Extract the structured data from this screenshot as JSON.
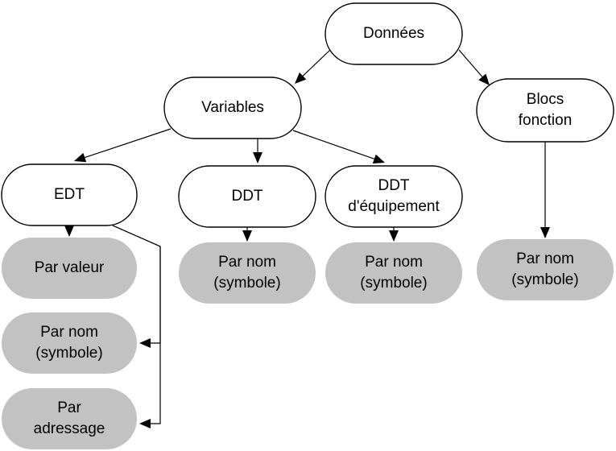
{
  "diagram": {
    "nodes": [
      {
        "id": "donnees",
        "style": "white",
        "lines": [
          "Données"
        ]
      },
      {
        "id": "variables",
        "style": "white",
        "lines": [
          "Variables"
        ]
      },
      {
        "id": "blocs",
        "style": "white",
        "lines": [
          "Blocs",
          "fonction"
        ]
      },
      {
        "id": "edt",
        "style": "white",
        "lines": [
          "EDT"
        ]
      },
      {
        "id": "ddt",
        "style": "white",
        "lines": [
          "DDT"
        ]
      },
      {
        "id": "ddt-equip",
        "style": "white",
        "lines": [
          "DDT",
          "d'équipement"
        ]
      },
      {
        "id": "edt-par-valeur",
        "style": "gray",
        "lines": [
          "Par valeur"
        ]
      },
      {
        "id": "edt-par-nom",
        "style": "gray",
        "lines": [
          "Par nom",
          "(symbole)"
        ]
      },
      {
        "id": "edt-par-adressage",
        "style": "gray",
        "lines": [
          "Par",
          "adressage"
        ]
      },
      {
        "id": "ddt-par-nom",
        "style": "gray",
        "lines": [
          "Par nom",
          "(symbole)"
        ]
      },
      {
        "id": "ddt-equip-par-nom",
        "style": "gray",
        "lines": [
          "Par nom",
          "(symbole)"
        ]
      },
      {
        "id": "blocs-par-nom",
        "style": "gray",
        "lines": [
          "Par nom",
          "(symbole)"
        ]
      }
    ],
    "edges": [
      {
        "from": "donnees",
        "to": "variables"
      },
      {
        "from": "donnees",
        "to": "blocs"
      },
      {
        "from": "variables",
        "to": "edt"
      },
      {
        "from": "variables",
        "to": "ddt"
      },
      {
        "from": "variables",
        "to": "ddt-equip"
      },
      {
        "from": "edt",
        "to": "edt-par-valeur"
      },
      {
        "from": "edt",
        "to": "edt-par-nom"
      },
      {
        "from": "edt",
        "to": "edt-par-adressage"
      },
      {
        "from": "ddt",
        "to": "ddt-par-nom"
      },
      {
        "from": "ddt-equip",
        "to": "ddt-equip-par-nom"
      },
      {
        "from": "blocs",
        "to": "blocs-par-nom"
      }
    ],
    "colors": {
      "stroke": "#000000",
      "white_fill": "#ffffff",
      "gray_fill": "#c2c2c2",
      "text": "#000000"
    }
  }
}
